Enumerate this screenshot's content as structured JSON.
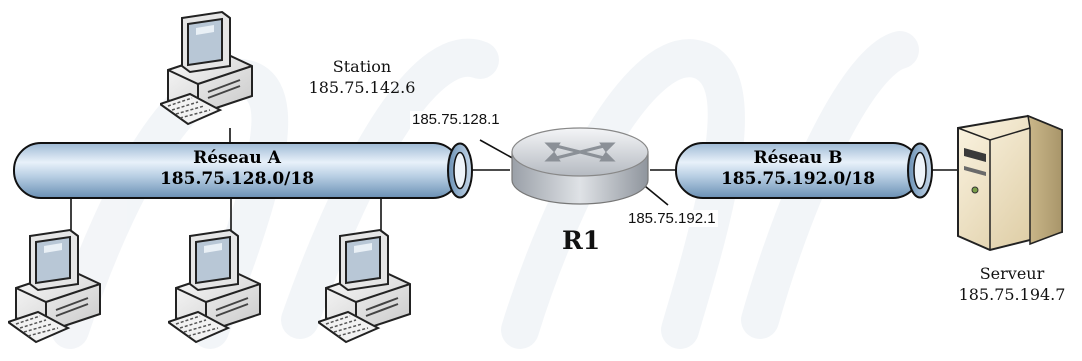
{
  "networks": {
    "a": {
      "name": "Réseau A",
      "address": "185.75.128.0/18"
    },
    "b": {
      "name": "Réseau B",
      "address": "185.75.192.0/18"
    }
  },
  "router": {
    "name": "R1",
    "interface_a_ip": "185.75.128.1",
    "interface_b_ip": "185.75.192.1"
  },
  "station": {
    "label": "Station",
    "ip": "185.75.142.6"
  },
  "server": {
    "label": "Serveur",
    "ip": "185.75.194.7"
  },
  "colors": {
    "pipe_light": "#e3eef8",
    "pipe_dark": "#6f95b8",
    "router": "#c8ccd2",
    "server": "#efe3c4",
    "watermark": "#eef1f6"
  },
  "icons": [
    "desktop-computer-icon",
    "router-icon",
    "server-tower-icon"
  ]
}
